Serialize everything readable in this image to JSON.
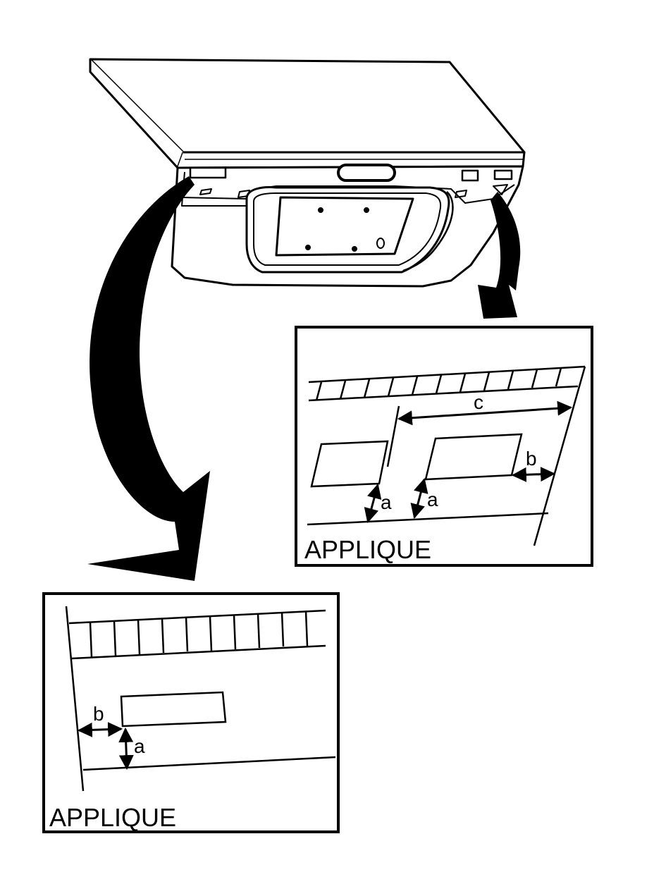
{
  "colors": {
    "ink": "#000000",
    "paper": "#ffffff"
  },
  "upper_right_detail": {
    "caption": "APPLIQUE",
    "dims": {
      "a_left": "a",
      "a_right": "a",
      "b": "b",
      "c": "c"
    }
  },
  "lower_left_detail": {
    "caption": "APPLIQUE",
    "dims": {
      "a": "a",
      "b": "b"
    }
  }
}
